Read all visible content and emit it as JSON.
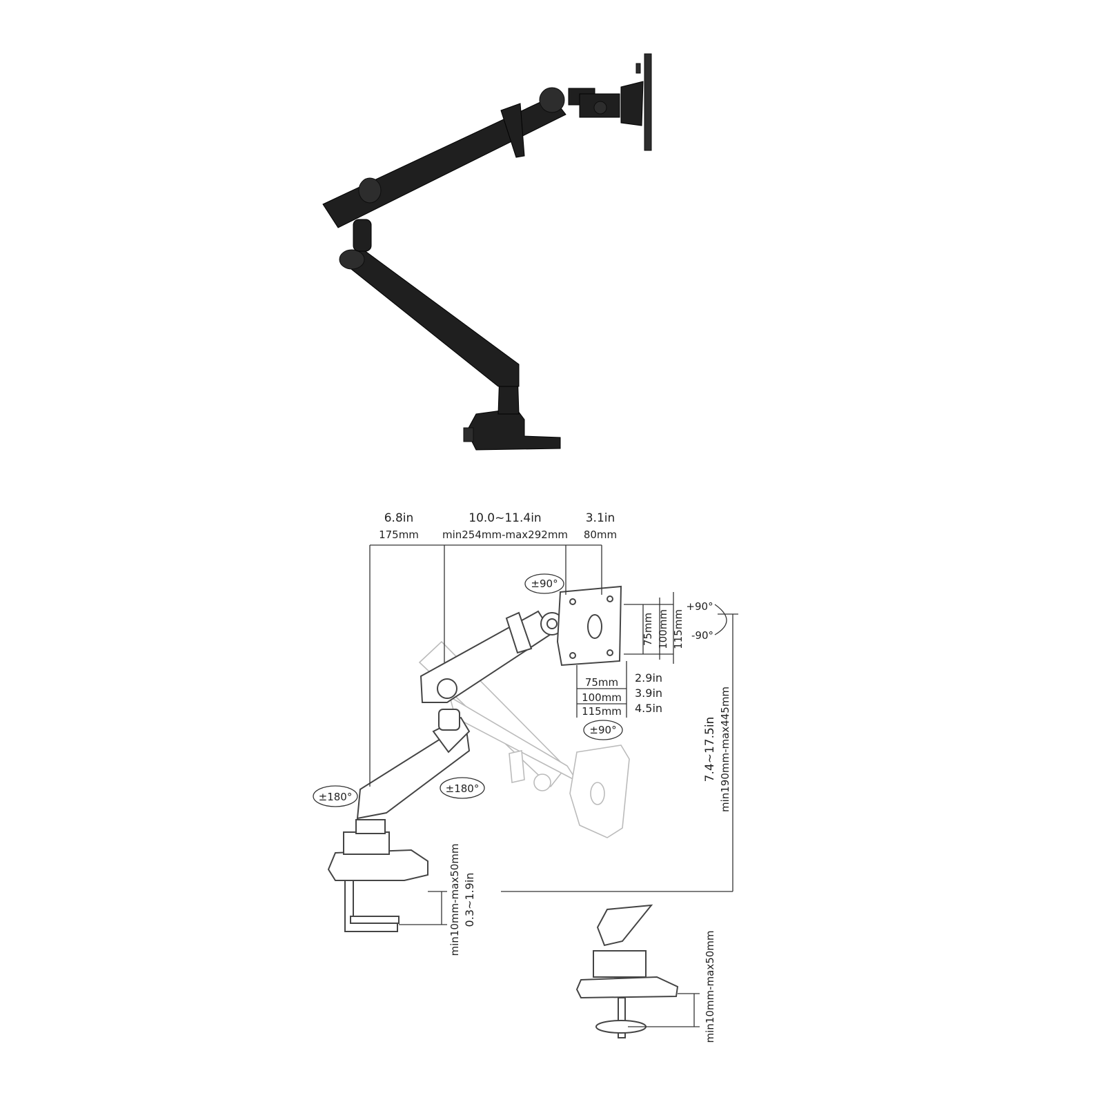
{
  "dimensions": {
    "base_offset_in": "6.8in",
    "base_offset_mm": "175mm",
    "arm_length_in": "10.0~11.4in",
    "arm_length_mm": "min254mm-max292mm",
    "tilt_head_in": "3.1in",
    "tilt_head_mm": "80mm",
    "height_in": "7.4~17.5in",
    "height_mm": "min190mm-max445mm",
    "clamp_mm": "min10mm-max50mm",
    "clamp_in": "0.3~1.9in",
    "grommet_mm": "min10mm-max50mm"
  },
  "vesa": {
    "h75": "75mm",
    "h100": "100mm",
    "h115": "115mm",
    "v75": "75mm",
    "v100": "100mm",
    "v115": "115mm",
    "in75": "2.9in",
    "in100": "3.9in",
    "in115": "4.5in"
  },
  "rotation": {
    "tilt_top": "±90°",
    "tilt_bottom": "±90°",
    "rotate_up": "+90°",
    "rotate_down": "-90°",
    "swivel_base": "±180°",
    "swivel_mid": "±180°"
  },
  "colors": {
    "arm_photo": "#1f1f1f",
    "line_art": "#444444",
    "ghost": "#bbbbbb"
  }
}
